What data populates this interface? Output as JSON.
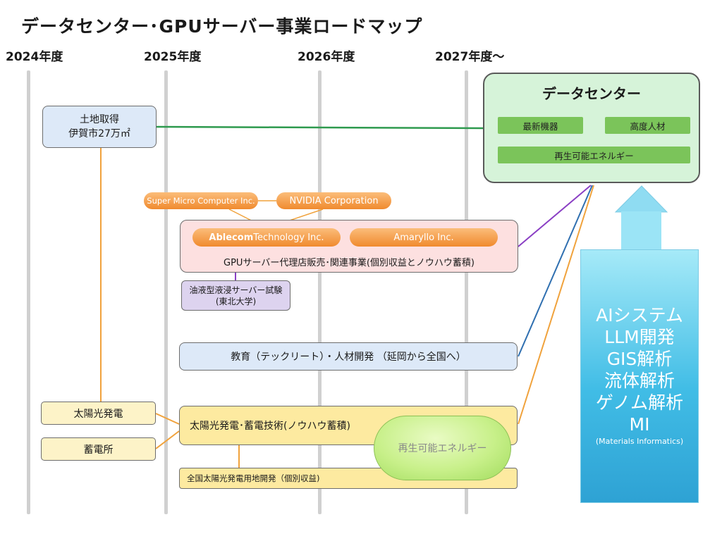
{
  "title": "データセンター･GPUサーバー事業ロードマップ",
  "years": [
    "2024年度",
    "2025年度",
    "2026年度",
    "2027年度～"
  ],
  "land": {
    "line1": "土地取得",
    "line2": "伊賀市27万㎡"
  },
  "datacenter": {
    "title": "データセンター",
    "item1": "最新機器",
    "item2": "高度人材",
    "item3": "再生可能エネルギー"
  },
  "partners": {
    "supermicro": "Super Micro Computer Inc.",
    "nvidia": "NVIDIA Corporation",
    "ablecom_bold": "Ablecom",
    "ablecom_rest": " Technology Inc.",
    "amaryllo": "Amaryllo Inc."
  },
  "gpu_business": "GPUサーバー代理店販売･関連事業(個別収益とノウハウ蓄積)",
  "oil_test": {
    "line1": "油液型液浸サーバー試験",
    "line2": "(東北大学)"
  },
  "education": "教育（テックリート）・人材開発 （延岡から全国へ）",
  "solar_power": "太陽光発電",
  "storage": "蓄電所",
  "solar_tech": "太陽光発電･蓄電技術(ノウハウ蓄積)",
  "solar_land": "全国太陽光発電用地開発（個別収益)",
  "renewable": "再生可能エネルギー",
  "applications": {
    "items": [
      "AIシステム",
      "LLM開発",
      "GIS解析",
      "流体解析",
      "ゲノム解析",
      "MI"
    ],
    "sub": "(Materials Informatics)"
  },
  "colors": {
    "green_line": "#2e9a4e",
    "orange_line": "#f0a23c",
    "purple_line": "#8a3fc4",
    "blue_line": "#2f6fb0"
  }
}
